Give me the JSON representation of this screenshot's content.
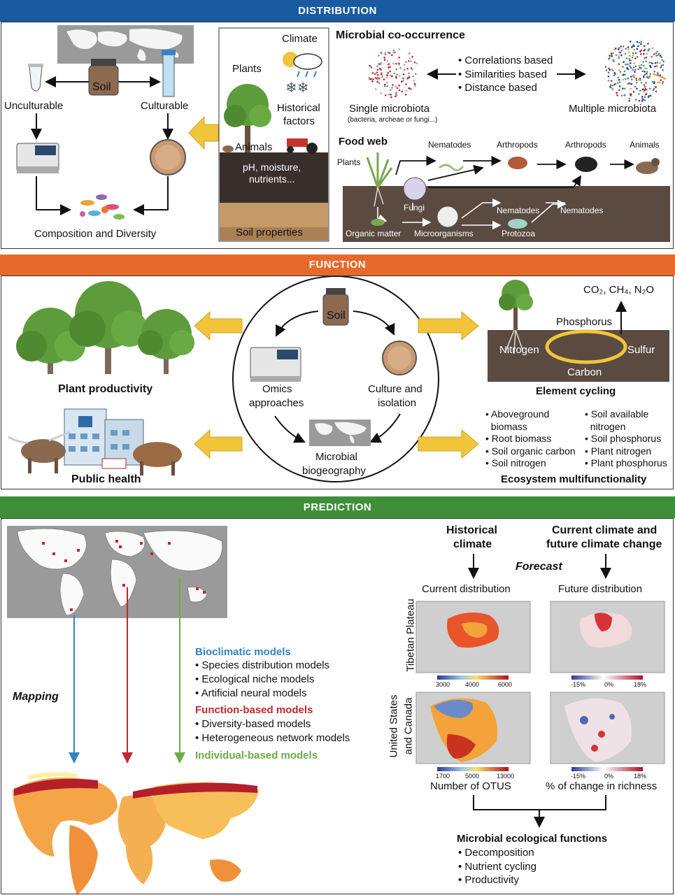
{
  "sections": {
    "distribution": "DISTRIBUTION",
    "function": "FUNCTION",
    "prediction": "PREDICTION"
  },
  "colors": {
    "distribution": "#1a5aa0",
    "function": "#e8692a",
    "prediction": "#3f8f3a",
    "arrow_yellow": "#f2c43a",
    "soil_dark": "#5a4a40",
    "bioclimatic": "#2f86c0",
    "function_based": "#c0282d",
    "individual_based": "#6aad44"
  },
  "distribution": {
    "soil_label": "Soil",
    "unculturable": "Unculturable",
    "culturable": "Culturable",
    "composition": "Composition and Diversity",
    "climate": "Climate",
    "plants": "Plants",
    "historical": "Historical",
    "factors": "factors",
    "animals": "Animals",
    "ph": "pH, moisture,",
    "nutrients": "nutrients...",
    "soil_properties": "Soil properties",
    "cooccurrence_title": "Microbial co-occurrence",
    "bullets": [
      "Correlations based",
      "Similarities based",
      "Distance based"
    ],
    "single": "Single microbiota",
    "single_sub": "(bacteria, archeae or fungi...)",
    "multiple": "Multiple microbiota",
    "foodweb_title": "Food web",
    "fw": {
      "plants": "Plants",
      "nematodes_top": "Nematodes",
      "arthropods1": "Arthropods",
      "arthropods2": "Arthropods",
      "animals": "Animals",
      "fungi": "Fungi",
      "nematodes_mid": "Nematodes",
      "nematodes_right": "Nematodes",
      "organic": "Organic matter",
      "microorganisms": "Microorganisms",
      "protozoa": "Protozoa"
    }
  },
  "function": {
    "plant_productivity": "Plant productivity",
    "public_health": "Public health",
    "soil_label": "Soil",
    "omics1": "Omics",
    "omics2": "approaches",
    "culture1": "Culture and",
    "culture2": "isolation",
    "bio1": "Microbial",
    "bio2": "biogeography",
    "gases": "CO₂, CH₄, N₂O",
    "phosphorus": "Phosphorus",
    "nitrogen": "Nitrogen",
    "sulfur": "Sulfur",
    "carbon": "Carbon",
    "element_cycling": "Element cycling",
    "eco_left": [
      "Aboveground",
      "biomass",
      "Root biomass",
      "Soil organic carbon",
      "Soil nitrogen"
    ],
    "eco_right": [
      "Soil available",
      "nitrogen",
      "Soil phosphorus",
      "Plant nitrogen",
      "Plant phosphorus"
    ],
    "ecosystem": "Ecosystem multifunctionality"
  },
  "prediction": {
    "mapping": "Mapping",
    "bioclimatic": "Bioclimatic models",
    "bio_items": [
      "Species distribution models",
      "Ecological niche models",
      "Artificial neural models"
    ],
    "function_based": "Function-based models",
    "func_items": [
      "Diversity-based models",
      "Heterogeneous network models"
    ],
    "individual": "Individual-based models",
    "historical1": "Historical",
    "historical2": "climate",
    "current1": "Current climate and",
    "current2": "future climate change",
    "forecast": "Forecast",
    "current_dist": "Current distribution",
    "future_dist": "Future distribution",
    "tibetan": "Tibetan Plateau",
    "us1": "United States",
    "us2": "and Canada",
    "scale_tp_cur": [
      "3000",
      "4000",
      "6000"
    ],
    "scale_tp_fut": [
      "-15%",
      "0%",
      "18%"
    ],
    "scale_us_cur": [
      "1700",
      "5000",
      "13000"
    ],
    "scale_us_fut": [
      "-15%",
      "0%",
      "18%"
    ],
    "otus": "Number of OTUS",
    "change": "% of change in richness",
    "functions_title": "Microbial ecological functions",
    "functions": [
      "Decomposition",
      "Nutrient cycling",
      "Productivity"
    ]
  }
}
